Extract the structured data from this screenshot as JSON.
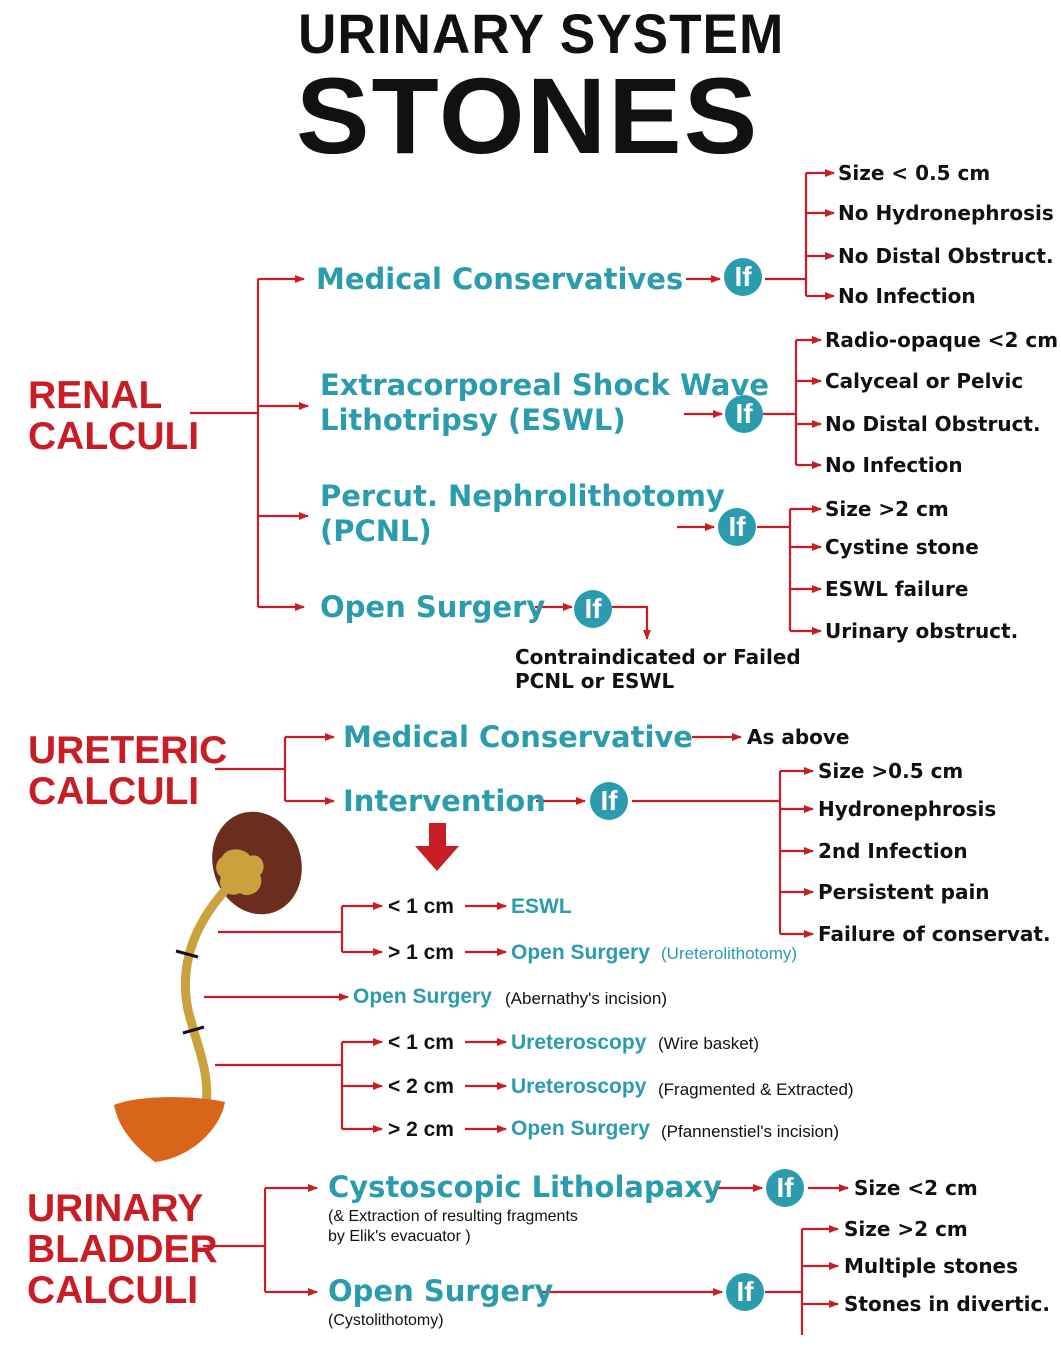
{
  "title": {
    "line1": "URINARY SYSTEM",
    "line2": "STONES"
  },
  "connector": "If",
  "renal": {
    "label_lines": [
      "RENAL",
      "CALCULI"
    ],
    "medical": {
      "label": "Medical Conservatives",
      "conditions": [
        "Size < 0.5   cm",
        "No Hydronephrosis",
        "No Distal Obstruct.",
        "No Infection"
      ]
    },
    "eswl": {
      "label_lines": [
        "Extracorporeal Shock Wave",
        "Lithotripsy (ESWL)"
      ],
      "conditions": [
        "Radio-opaque <2 cm",
        "Calyceal or Pelvic",
        "No Distal Obstruct.",
        "No Infection"
      ]
    },
    "pcnl": {
      "label_lines": [
        "Percut. Nephrolithotomy",
        "(PCNL)"
      ],
      "conditions": [
        "Size >2 cm",
        "Cystine stone",
        "ESWL failure",
        "Urinary obstruct."
      ]
    },
    "open": {
      "label": "Open Surgery",
      "conditions_lines": [
        "Contraindicated or Failed",
        "PCNL or ESWL"
      ]
    }
  },
  "ureteric": {
    "label_lines": [
      "URETERIC",
      "CALCULI"
    ],
    "medical": {
      "label": "Medical Conservative",
      "result": "As above"
    },
    "intervention": {
      "label": "Intervention",
      "conditions": [
        "Size >0.5    cm",
        "Hydronephrosis",
        "2nd Infection",
        "Persistent pain",
        "Failure of conservat."
      ]
    },
    "upper": [
      {
        "size": "< 1 cm",
        "treatment": "ESWL",
        "note": ""
      },
      {
        "size": "> 1 cm",
        "treatment": "Open Surgery",
        "note": "(Ureterolithotomy)"
      }
    ],
    "middle": {
      "treatment": "Open Surgery",
      "note": "(Abernathy's incision)"
    },
    "lower": [
      {
        "size": "< 1 cm",
        "treatment": "Ureteroscopy",
        "note": "(Wire basket)"
      },
      {
        "size": "< 2 cm",
        "treatment": "Ureteroscopy",
        "note": "(Fragmented & Extracted)"
      },
      {
        "size": "> 2 cm",
        "treatment": "Open Surgery",
        "note": "(Pfannenstiel's incision)"
      }
    ]
  },
  "bladder": {
    "label_lines": [
      "URINARY",
      "BLADDER",
      "CALCULI"
    ],
    "cysto": {
      "label": "Cystoscopic Litholapaxy",
      "note_lines": [
        "(& Extraction of resulting fragments",
        " by Elik's evacuator )"
      ],
      "condition": "Size <2 cm"
    },
    "open": {
      "label": "Open Surgery",
      "note": "(Cystolithotomy)",
      "conditions": [
        "Size >2 cm",
        "Multiple stones",
        "Stones in divertic."
      ]
    }
  },
  "colors": {
    "red": "#c81d25",
    "teal": "#2a9cae",
    "dark": "#111111",
    "kidney": "#6b2e1e",
    "pelvis": "#c9a23d",
    "bladder": "#d9651a"
  }
}
